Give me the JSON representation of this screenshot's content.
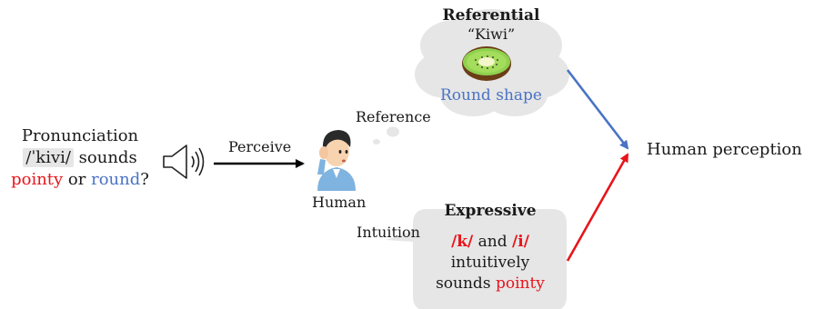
{
  "question": {
    "line1": "Pronunciation",
    "ipa": "/ˈkivi/",
    "sounds": " sounds",
    "pointy": "pointy",
    "or": " or ",
    "round": "round",
    "qmark": "?"
  },
  "arrows": {
    "perceive": "Perceive",
    "reference": "Reference",
    "intuition": "Intuition"
  },
  "human": {
    "label": "Human"
  },
  "referential": {
    "title": "Referential",
    "quote": "“Kiwi”",
    "shape": "Round shape"
  },
  "expressive": {
    "title": "Expressive",
    "k": "/k/",
    "and": " and ",
    "i": "/i/",
    "line2": "intuitively",
    "sounds": "sounds ",
    "pointy": "pointy"
  },
  "result": {
    "label": "Human perception"
  },
  "colors": {
    "red": "#e8141b",
    "blue": "#4a73c4",
    "cloud": "#e6e6e6",
    "bubble": "#e6e6e6"
  },
  "icons": [
    "speaker-icon",
    "person-listening-icon",
    "kiwi-icon"
  ]
}
